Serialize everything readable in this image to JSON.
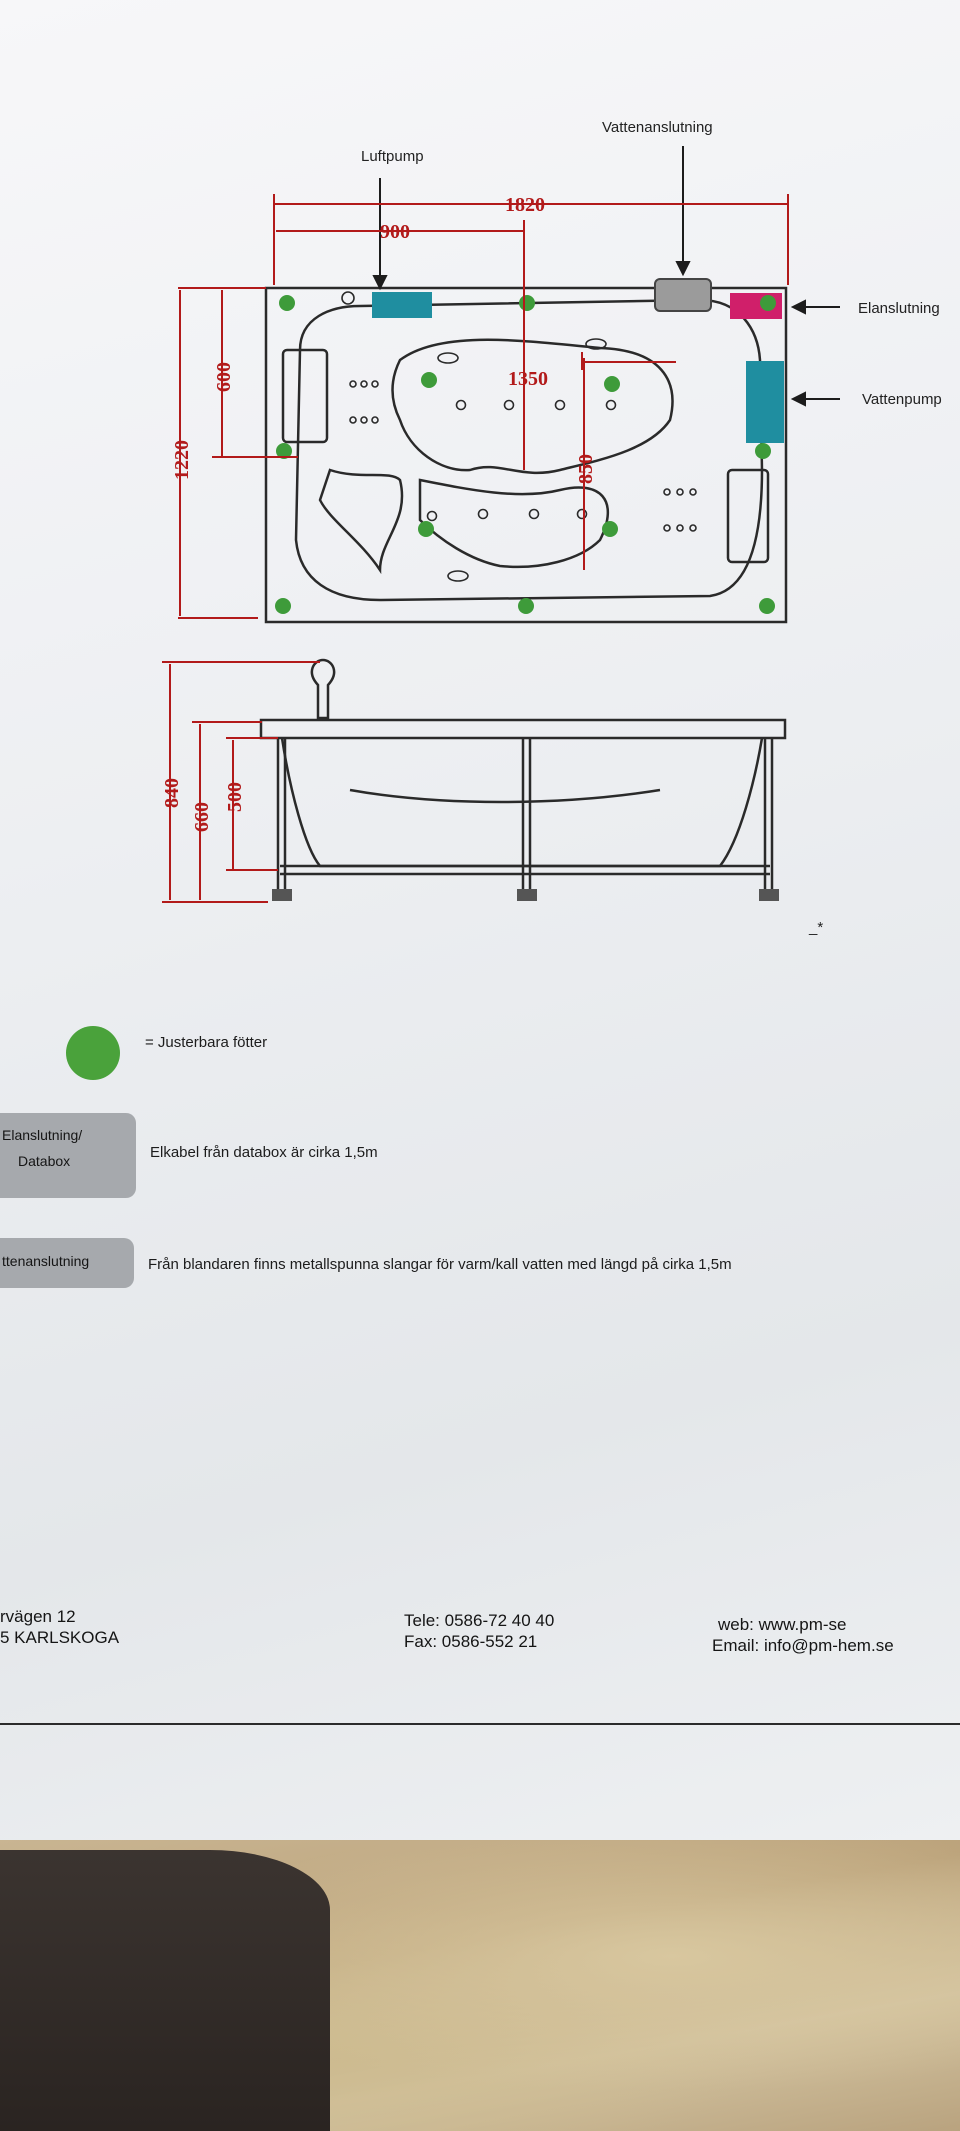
{
  "labels": {
    "luftpump": "Luftpump",
    "vattenanslutning": "Vattenanslutning",
    "elanslutning": "Elanslutning",
    "vattenpump": "Vattenpump",
    "star_mark": "_*"
  },
  "dimensions": {
    "length_total": "1820",
    "length_half": "900",
    "inner_length": "1350",
    "inner_width": "850",
    "width_total": "1220",
    "width_half": "600",
    "height_total": "840",
    "height_mid": "660",
    "height_low": "500"
  },
  "legend": {
    "dot_text": "= Justerbara fötter",
    "rows": [
      {
        "tag_line1": "Elanslutning/",
        "tag_line2": "Databox",
        "text": "Elkabel från databox är cirka 1,5m"
      },
      {
        "tag_line1": "ttenanslutning",
        "tag_line2": "",
        "text": "Från blandaren finns metallspunna slangar för varm/kall vatten med längd på cirka 1,5m"
      }
    ]
  },
  "footer": {
    "address_line1": "rvägen 12",
    "address_line2": "5 KARLSKOGA",
    "tele": "Tele: 0586-72 40 40",
    "fax": "Fax: 0586-552 21",
    "web": "web: www.pm-se",
    "email": "Email: info@pm-hem.se"
  },
  "colors": {
    "foot_dot": "#3e9b3a",
    "luftpump_box": "#1f8ea0",
    "vattenpump_box": "#1f8ea0",
    "elanslutning_box": "#d01f6a",
    "dimension_red": "#b21a1a"
  }
}
